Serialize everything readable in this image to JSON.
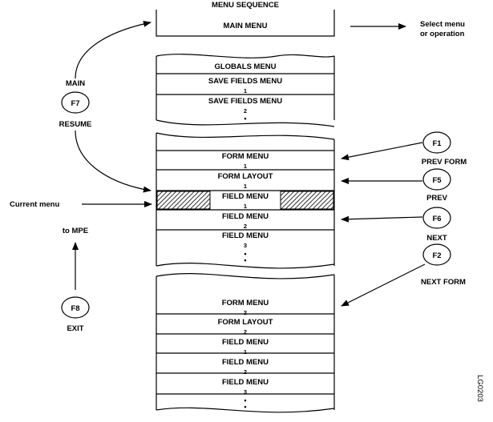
{
  "title": "MENU SEQUENCE",
  "main_menu": "MAIN MENU",
  "select_note": [
    "Select menu",
    "or operation"
  ],
  "globals_block": {
    "globals": "GLOBALS MENU",
    "save_fields_1": "SAVE FIELDS MENU",
    "save_fields_1_num": "1",
    "save_fields_2": "SAVE FIELDS MENU",
    "save_fields_2_num": "2"
  },
  "form1_block": {
    "form_menu": "FORM MENU",
    "form_menu_num": "1",
    "form_layout": "FORM LAYOUT",
    "form_layout_num": "1",
    "field_menu_1": "FIELD MENU",
    "field_menu_1_num": "1",
    "field_menu_2": "FIELD MENU",
    "field_menu_2_num": "2",
    "field_menu_3": "FIELD MENU",
    "field_menu_3_num": "3"
  },
  "form2_block": {
    "form_menu": "FORM MENU",
    "form_menu_num": "2",
    "form_layout": "FORM LAYOUT",
    "form_layout_num": "2",
    "field_menu_1": "FIELD MENU",
    "field_menu_1_num": "1",
    "field_menu_2": "FIELD MENU",
    "field_menu_2_num": "2",
    "field_menu_3": "FIELD MENU",
    "field_menu_3_num": "3"
  },
  "left": {
    "main_label": "MAIN",
    "f7": "F7",
    "resume_label": "RESUME",
    "current_menu": "Current menu",
    "to_mpe": "to MPE",
    "f8": "F8",
    "exit_label": "EXIT"
  },
  "right": {
    "f1": "F1",
    "prev_form": "PREV FORM",
    "f5": "F5",
    "prev": "PREV",
    "f6": "F6",
    "next": "NEXT",
    "f2": "F2",
    "next_form": "NEXT FORM"
  },
  "figure_number": "LG0203"
}
